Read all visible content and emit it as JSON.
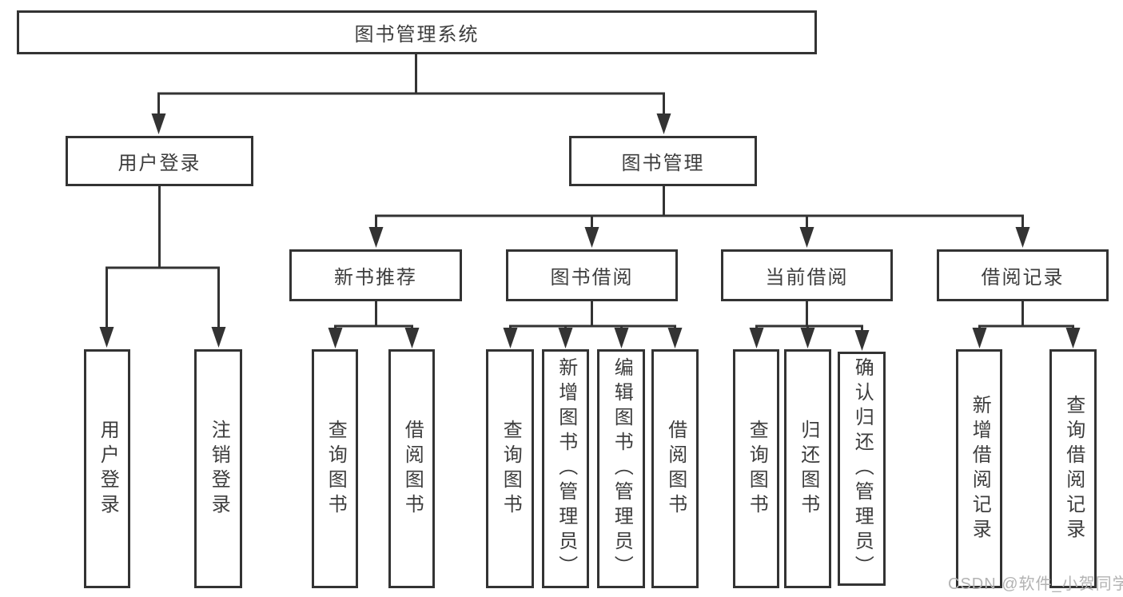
{
  "diagram": {
    "root": {
      "label": "图书管理系统"
    },
    "branches": [
      {
        "label": "用户登录",
        "children": [
          {
            "label": "用户登录"
          },
          {
            "label": "注销登录"
          }
        ]
      },
      {
        "label": "图书管理",
        "children": [
          {
            "label": "新书推荐",
            "children": [
              {
                "label": "查询图书"
              },
              {
                "label": "借阅图书"
              }
            ]
          },
          {
            "label": "图书借阅",
            "children": [
              {
                "label": "查询图书"
              },
              {
                "label": "新增图书（管理员）"
              },
              {
                "label": "编辑图书（管理员）"
              },
              {
                "label": "借阅图书"
              }
            ]
          },
          {
            "label": "当前借阅",
            "children": [
              {
                "label": "查询图书"
              },
              {
                "label": "归还图书"
              },
              {
                "label": "确认归还（管理员）"
              }
            ]
          },
          {
            "label": "借阅记录",
            "children": [
              {
                "label": "新增借阅记录"
              },
              {
                "label": "查询借阅记录"
              }
            ]
          }
        ]
      }
    ],
    "watermark": "CSDN @软件_小贺同学"
  },
  "colors": {
    "line": "#333333",
    "text": "#3d3d3d",
    "watermark": "#b3b3b3",
    "bg": "#ffffff"
  }
}
